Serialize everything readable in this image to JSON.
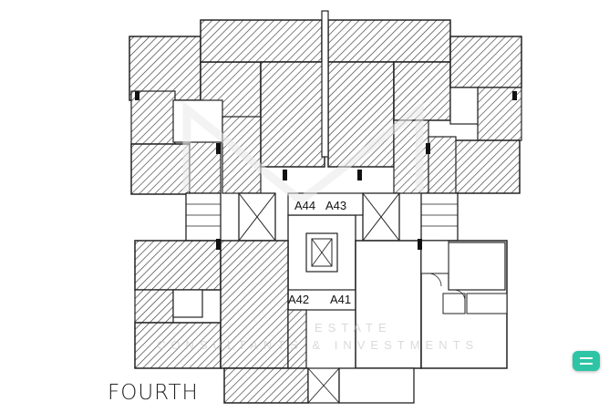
{
  "floor": {
    "title": "FOURTH"
  },
  "units": [
    {
      "id": "a44",
      "label": "A44"
    },
    {
      "id": "a43",
      "label": "A43"
    },
    {
      "id": "a42",
      "label": "A42"
    },
    {
      "id": "a41",
      "label": "A41"
    }
  ],
  "watermark": {
    "line1": "ESTATE",
    "line2": "CONSULTANTS & INVESTMENTS"
  },
  "fab": {
    "icon": "menu-icon",
    "color": "#2ec4a6"
  }
}
